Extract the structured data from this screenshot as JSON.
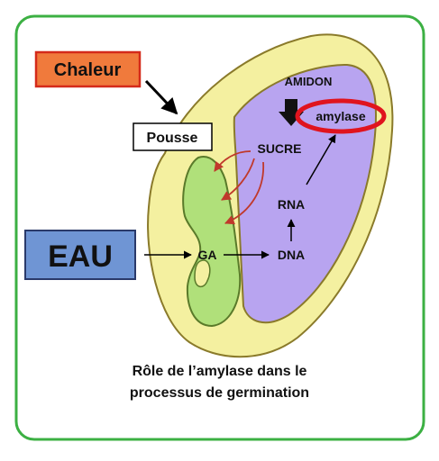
{
  "labels": {
    "chaleur": "Chaleur",
    "pousse": "Pousse",
    "eau": "EAU",
    "amidon": "AMIDON",
    "amylase": "amylase",
    "sucre": "SUCRE",
    "rna": "RNA",
    "dna": "DNA",
    "ga": "GA"
  },
  "caption": {
    "line1": "Rôle de l’amylase dans le",
    "line2": "processus de germination"
  },
  "colors": {
    "frame_border": "#3cb043",
    "seed_coat": "#f4f0a0",
    "seed_outline": "#8a7a2a",
    "endosperm": "#b8a4f0",
    "embryo": "#b0e07a",
    "chaleur_box": "#f07a3c",
    "chaleur_border": "#d42a1a",
    "eau_box": "#6f95d4",
    "amylase_ring": "#e0141e",
    "red_arrows": "#c0392b"
  }
}
